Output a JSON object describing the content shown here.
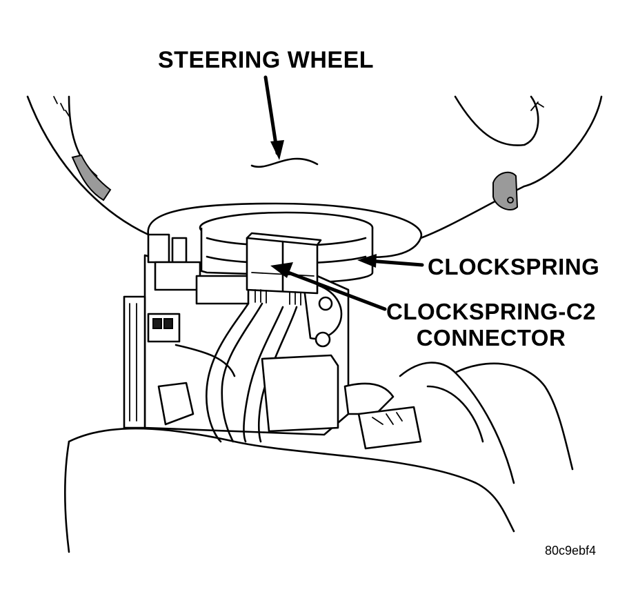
{
  "labels": {
    "steering_wheel": "STEERING WHEEL",
    "clockspring": "CLOCKSPRING",
    "connector_line1": "CLOCKSPRING-C2",
    "connector_line2": "CONNECTOR",
    "figure_id": "80c9ebf4"
  }
}
